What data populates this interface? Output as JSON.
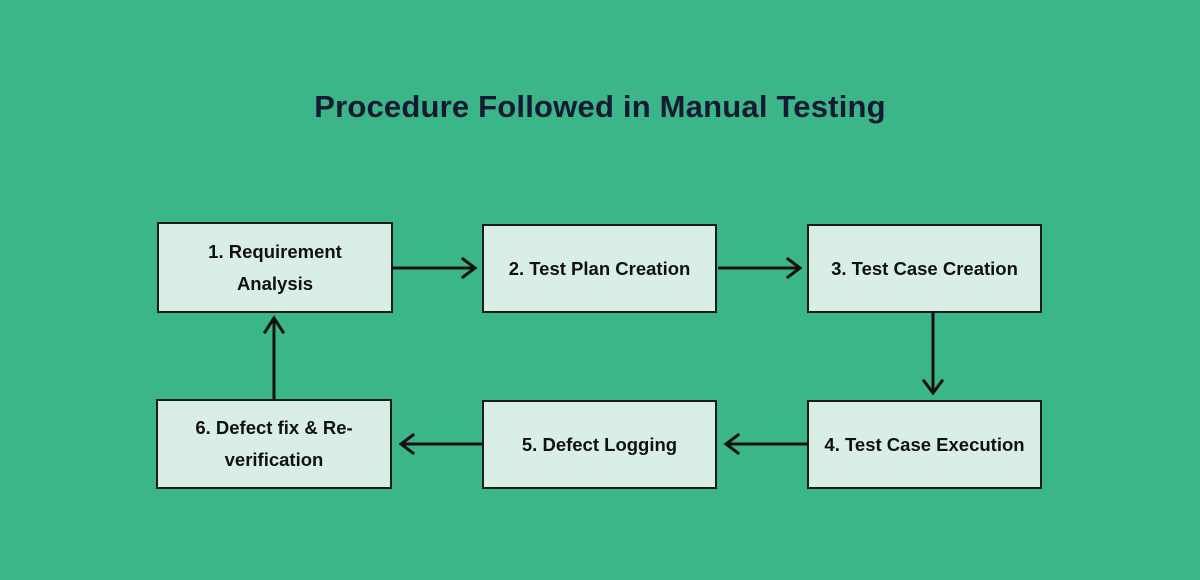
{
  "page": {
    "title": "Procedure Followed in Manual Testing",
    "background_color": "#3BB689",
    "title_color": "#151A32",
    "node_fill_color": "#D9EFE6",
    "node_border_color": "#1B1B1B",
    "arrow_color": "#111111"
  },
  "diagram": {
    "type": "flowchart",
    "orientation": "cyclic-horizontal-snake",
    "nodes": [
      {
        "id": "node-1",
        "number": "1.",
        "label": "1. Requirement Analysis"
      },
      {
        "id": "node-2",
        "number": "2.",
        "label": "2. Test Plan Creation"
      },
      {
        "id": "node-3",
        "number": "3.",
        "label": "3. Test Case Creation"
      },
      {
        "id": "node-4",
        "number": "4.",
        "label": "4. Test Case Execution"
      },
      {
        "id": "node-5",
        "number": "5.",
        "label": "5. Defect Logging"
      },
      {
        "id": "node-6",
        "number": "6.",
        "label": "6. Defect fix & Re-verification"
      }
    ],
    "edges": [
      {
        "from": "node-1",
        "to": "node-2",
        "direction": "right"
      },
      {
        "from": "node-2",
        "to": "node-3",
        "direction": "right"
      },
      {
        "from": "node-3",
        "to": "node-4",
        "direction": "down"
      },
      {
        "from": "node-4",
        "to": "node-5",
        "direction": "left"
      },
      {
        "from": "node-5",
        "to": "node-6",
        "direction": "left"
      },
      {
        "from": "node-6",
        "to": "node-1",
        "direction": "up"
      }
    ]
  }
}
